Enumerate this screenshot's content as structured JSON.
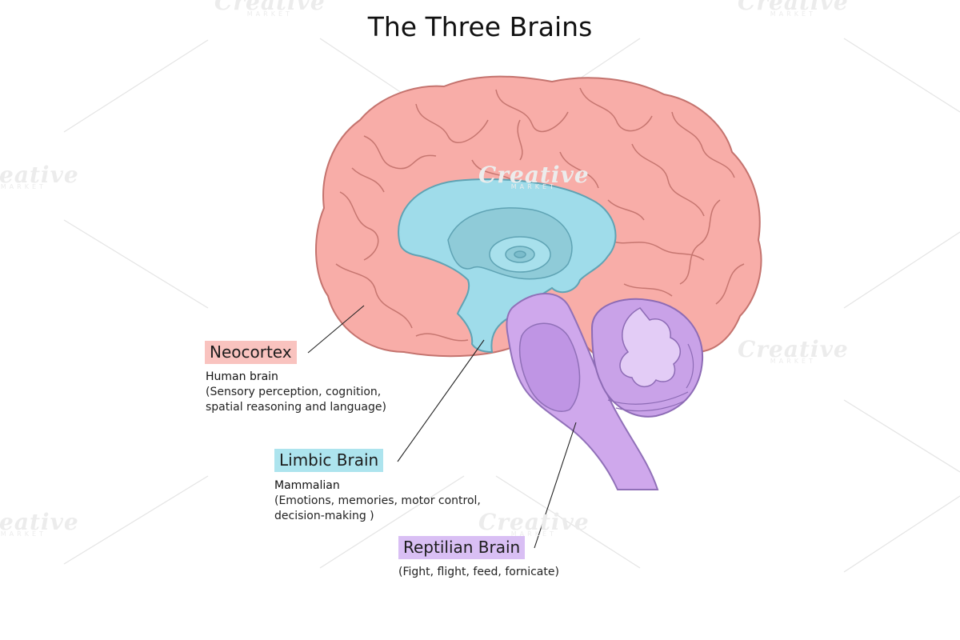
{
  "title": "The Three Brains",
  "labels": {
    "neocortex": {
      "name": "Neocortex",
      "subtitle": "Human brain",
      "line1": "(Sensory perception, cognition,",
      "line2": "spatial reasoning and language)",
      "color": "#f9c3bf"
    },
    "limbic": {
      "name": "Limbic Brain",
      "subtitle": "Mammalian",
      "line1": "(Emotions, memories, motor control,",
      "line2": "decision-making )",
      "color": "#ade4ee"
    },
    "reptilian": {
      "name": "Reptilian Brain",
      "line1": "(Fight, flight, feed, fornicate)",
      "color": "#d9bff4"
    }
  },
  "watermark": {
    "text": "Creative",
    "sub": "MARKET"
  }
}
